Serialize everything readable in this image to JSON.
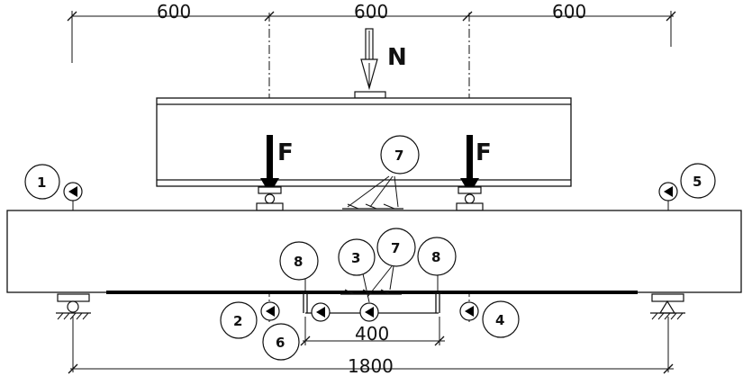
{
  "dimensions": {
    "top_span_1": "600",
    "top_span_2": "600",
    "top_span_3": "600",
    "bottom_gauge": "400",
    "total_span": "1800"
  },
  "loads": {
    "applied_load": "N",
    "point_load_left": "F",
    "point_load_right": "F"
  },
  "gauges": {
    "g1": "1",
    "g2": "2",
    "g3": "3",
    "g4": "4",
    "g5": "5",
    "g6": "6",
    "g7_top": "7",
    "g7_bottom": "7",
    "g8_left": "8",
    "g8_right": "8"
  }
}
